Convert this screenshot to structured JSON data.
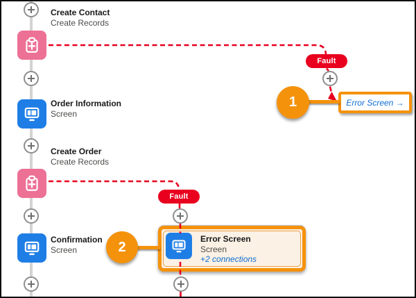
{
  "colors": {
    "fault_red": "#E8001E",
    "screen_blue": "#1F7EE6",
    "create_records_pink": "#ED7095",
    "annotation_orange": "#F5920B",
    "link_blue": "#0F6CD3",
    "highlight_node_bg": "#FBF1E4"
  },
  "flow": {
    "nodes": [
      {
        "title": "Create Contact",
        "subtitle": "Create Records",
        "type": "create-records"
      },
      {
        "title": "Order Information",
        "subtitle": "Screen",
        "type": "screen"
      },
      {
        "title": "Create Order",
        "subtitle": "Create Records",
        "type": "create-records"
      },
      {
        "title": "Confirmation",
        "subtitle": "Screen",
        "type": "screen"
      },
      {
        "title": "Error Screen",
        "subtitle": "Screen",
        "connections_link": "+2 connections",
        "type": "screen"
      }
    ],
    "fault_badges": [
      {
        "label": "Fault"
      },
      {
        "label": "Fault"
      }
    ],
    "callouts": [
      {
        "number": "1"
      },
      {
        "number": "2"
      }
    ],
    "goto_link": {
      "label": "Error Screen →"
    }
  }
}
